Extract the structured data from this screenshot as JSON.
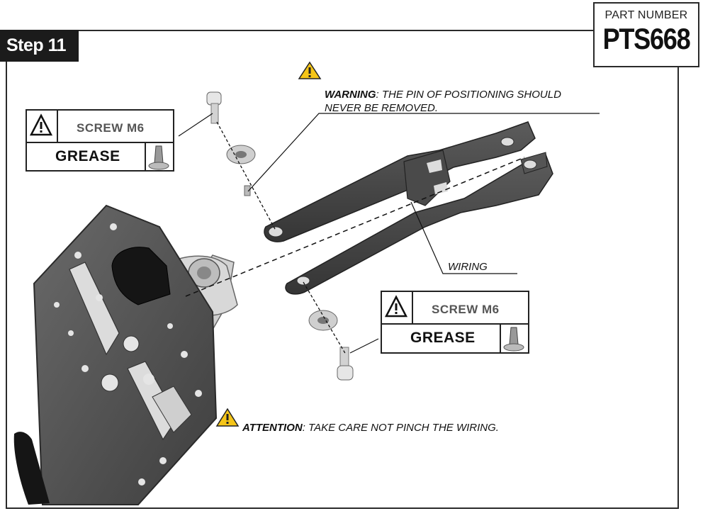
{
  "step": {
    "label": "Step 11"
  },
  "part": {
    "label": "PART NUMBER",
    "number": "PTS668"
  },
  "labels": {
    "screw_top": {
      "screw": "SCREW M6",
      "grease": "GREASE"
    },
    "screw_bottom": {
      "screw": "SCREW M6",
      "grease": "GREASE"
    }
  },
  "warning": {
    "keyword": "WARNING",
    "line1": ": THE PIN OF POSITIONING SHOULD",
    "line2": "NEVER BE REMOVED."
  },
  "wiring": {
    "label": "WIRING"
  },
  "attention": {
    "keyword": "ATTENTION",
    "text": ": TAKE CARE NOT PINCH THE WIRING."
  },
  "colors": {
    "frame": "#2a2a2a",
    "tab": "#1b1b1b",
    "metal": "#4a4a4a",
    "warning_yellow": "#f5c518"
  }
}
